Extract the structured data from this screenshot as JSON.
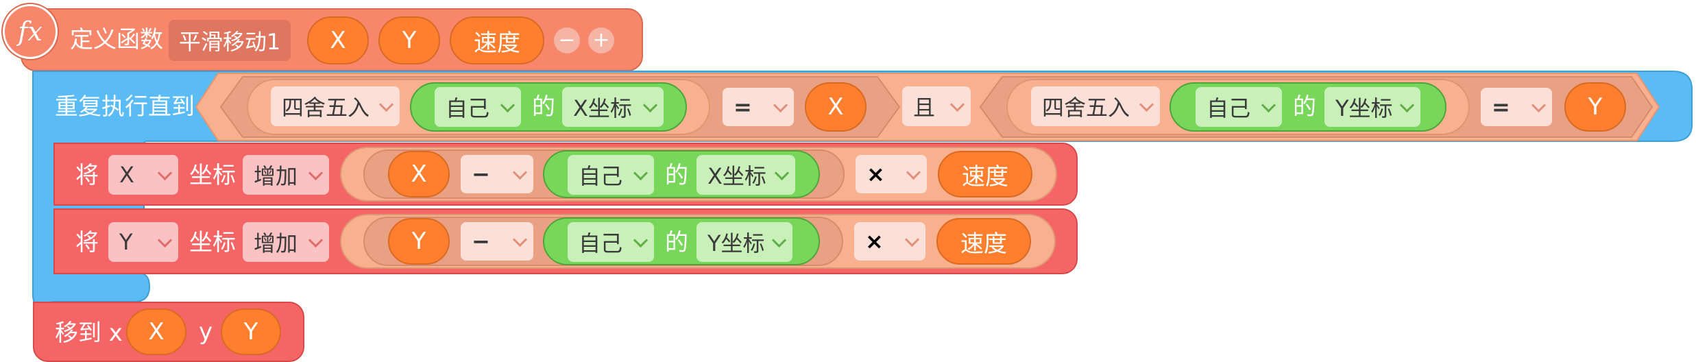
{
  "define": {
    "label": "定义函数",
    "name": "平滑移动1",
    "params": [
      "X",
      "Y",
      "速度"
    ],
    "minus": "−",
    "plus": "+",
    "fx": "fx"
  },
  "repeat": {
    "label": "重复执行直到",
    "left": {
      "func": "四舍五入",
      "self": "自己",
      "of": "的",
      "prop": "X坐标",
      "op": "=",
      "value": "X"
    },
    "and": "且",
    "right": {
      "func": "四舍五入",
      "self": "自己",
      "of": "的",
      "prop": "Y坐标",
      "op": "=",
      "value": "Y"
    }
  },
  "inc1": {
    "label": "将",
    "axis": "X",
    "coord": "坐标",
    "action": "增加",
    "a": "X",
    "op": "−",
    "self": "自己",
    "of": "的",
    "prop": "X坐标",
    "mul": "×",
    "speed": "速度"
  },
  "inc2": {
    "label": "将",
    "axis": "Y",
    "coord": "坐标",
    "action": "增加",
    "a": "Y",
    "op": "−",
    "self": "自己",
    "of": "的",
    "prop": "Y坐标",
    "mul": "×",
    "speed": "速度"
  },
  "moveto": {
    "label": "移到 x",
    "x": "X",
    "ylabel": "y",
    "y": "Y"
  },
  "colors": {
    "define": "#f7866b",
    "repeat": "#5bbcf5",
    "motion": "#f56565",
    "operator": "#f9b08f",
    "variable": "#ff7f2e",
    "sensing": "#78d65a"
  }
}
